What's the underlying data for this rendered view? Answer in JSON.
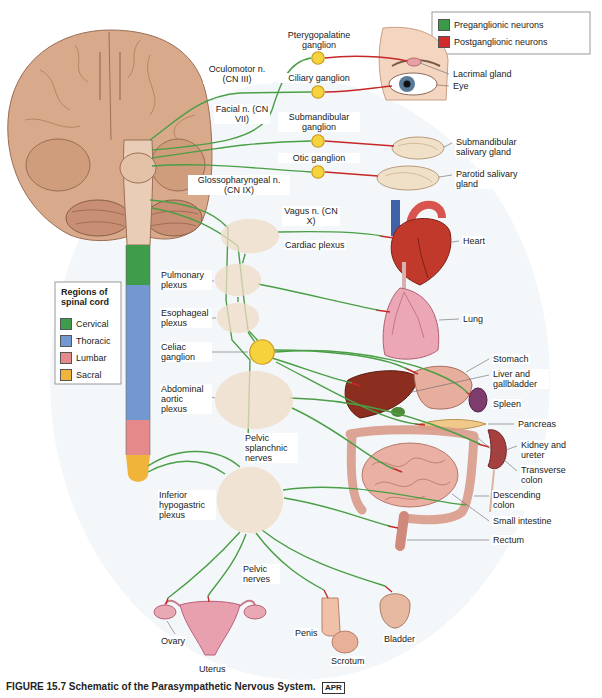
{
  "diagram": {
    "caption": "FIGURE 15.7 Schematic of the Parasympathetic Nervous System.",
    "nodes": [
      {
        "text": [
          "Pterygopalatine ganglion"
        ]
      },
      {
        "text": [
          "Ciliary ganglion"
        ]
      },
      {
        "text": [
          "Submandibular ganglion"
        ]
      },
      {
        "text": [
          "Otic ganglion"
        ]
      },
      {
        "text": [
          "Cardiac plexus"
        ]
      },
      {
        "text": [
          "Pulmonary plexus"
        ]
      },
      {
        "text": [
          "Esophageal plexus"
        ]
      },
      {
        "text": [
          "Celiac ganglion"
        ]
      },
      {
        "text": [
          "Abdominal aortic plexus"
        ]
      },
      {
        "text": [
          "Inferior hypogastric plexus"
        ]
      }
    ],
    "edges": [
      {
        "from": 4,
        "to": 5,
        "arrow": "none"
      },
      {
        "from": 5,
        "to": 6,
        "arrow": "none"
      },
      {
        "from": 6,
        "to": 7,
        "arrow": "none"
      }
    ],
    "labels": [
      "Oculomotor n. (CN III)",
      "Facial n. (CN VII)",
      "Glossopharyngeal n. (CN IX)",
      "Vagus n. (CN X)",
      "Lacrimal gland",
      "Eye",
      "Submandibular salivary gland",
      "Parotid salivary gland",
      "Heart",
      "Lung",
      "Stomach",
      "Liver and gallbladder",
      "Spleen",
      "Pancreas",
      "Kidney and ureter",
      "Transverse colon",
      "Descending colon",
      "Small intestine",
      "Rectum",
      "Pelvic splanchnic nerves",
      "Pelvic nerves",
      "Ovary",
      "Uterus",
      "Penis",
      "Scrotum",
      "Bladder",
      "Regions of spinal cord",
      "APR"
    ],
    "legend": [
      {
        "text": "Preganglionic neurons",
        "color": "#3a9b47"
      },
      {
        "text": "Postganglionic neurons",
        "color": "#d22b2b"
      },
      {
        "text": "Cervical",
        "color": "#3f9c4a"
      },
      {
        "text": "Thoracic",
        "color": "#7397d0"
      },
      {
        "text": "Lumbar",
        "color": "#e5898a"
      },
      {
        "text": "Sacral",
        "color": "#f0b43a"
      }
    ]
  }
}
